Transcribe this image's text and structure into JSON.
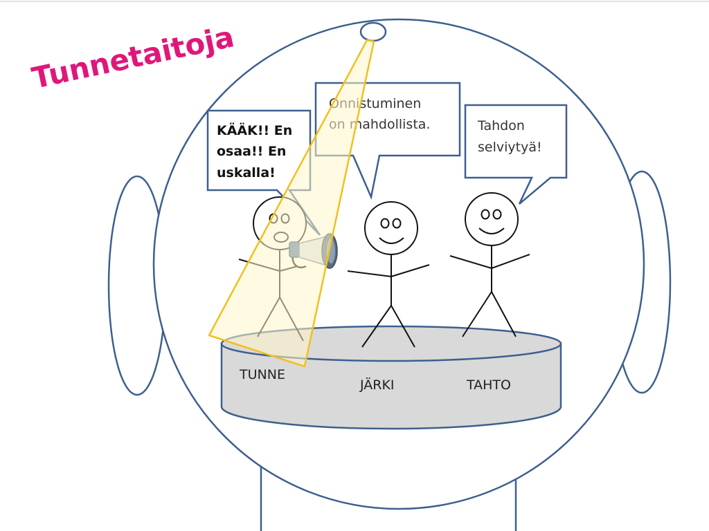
{
  "title": "Tunnetaitoja",
  "bubbles": {
    "tunne": {
      "lines": [
        "KÄÄK!! En",
        "osaa!! En",
        "uskalla!"
      ]
    },
    "jarki": {
      "lines": [
        "Onnistuminen",
        "on mahdollista."
      ]
    },
    "tahto": {
      "lines": [
        "Tahdon",
        "selviytyä!"
      ]
    }
  },
  "stage_labels": {
    "tunne": "TUNNE",
    "jarki": "JÄRKI",
    "tahto": "TAHTO"
  },
  "colors": {
    "title": "#e0177a",
    "outline": "#3d5f8f",
    "spotlight_stroke": "#f0c020",
    "spotlight_fill": "#fff6c8",
    "stage_fill": "#d9d9d9",
    "text": "#222222"
  }
}
